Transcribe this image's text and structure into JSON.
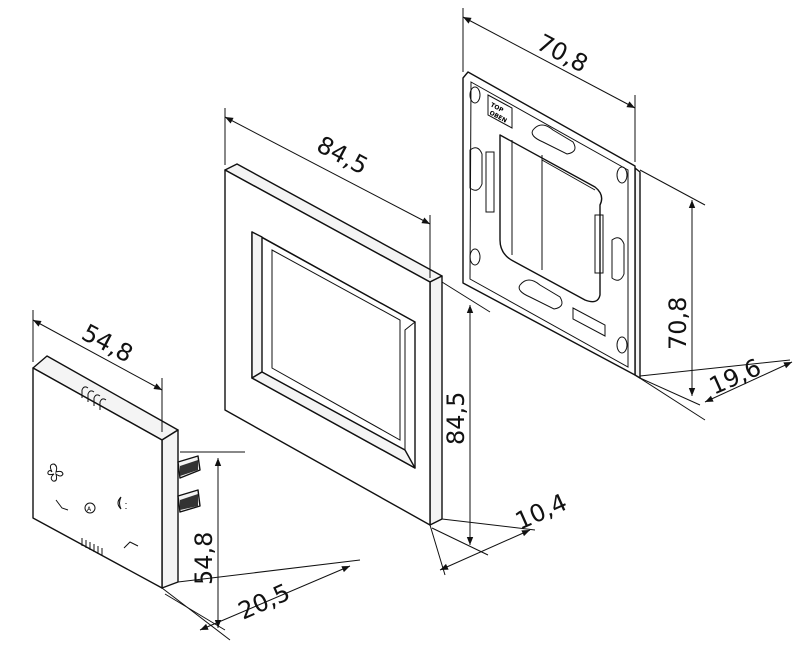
{
  "drawing": {
    "thermostat": {
      "width": "54,8",
      "height": "54,8",
      "depth": "20,5",
      "icons": [
        "fan-icon",
        "auto-mode-icon",
        "night-mode-icon"
      ]
    },
    "frame": {
      "width": "84,5",
      "height": "84,5",
      "depth": "10,4"
    },
    "mounting_plate": {
      "width": "70,8",
      "height": "70,8",
      "depth": "19,6",
      "marking": "TOP OBEN"
    }
  }
}
